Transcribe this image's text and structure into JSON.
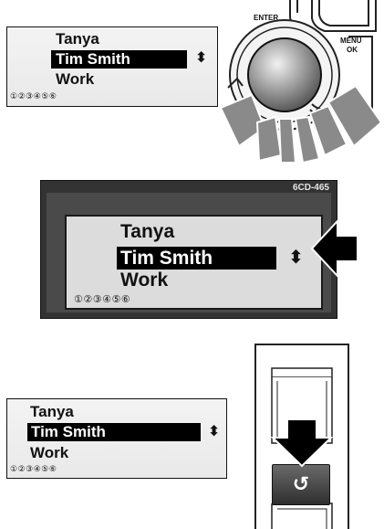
{
  "panel_top": {
    "lines": [
      "Tanya",
      "Tim Smith",
      "Work"
    ],
    "page_indicators": "①②③④⑤⑥",
    "updown_symbol": "⬍"
  },
  "controller": {
    "enter_label": "ENTER",
    "menu_label": "MENU",
    "ok_label": "OK"
  },
  "panel_main": {
    "model": "6CD-465",
    "lines": [
      "Tanya",
      "Tim Smith",
      "Work"
    ],
    "page_indicators": "①②③④⑤⑥",
    "updown_symbol": "⬍"
  },
  "panel_bottom": {
    "lines": [
      "Tanya",
      "Tim Smith",
      "Work"
    ],
    "page_indicators": "①②③④⑤⑥",
    "updown_symbol": "⬍"
  },
  "remote": {
    "back_symbol": "↺"
  },
  "colors": {
    "highlight": "#000000",
    "lcd_bg": "#dcdcdc",
    "frame": "#333333"
  }
}
